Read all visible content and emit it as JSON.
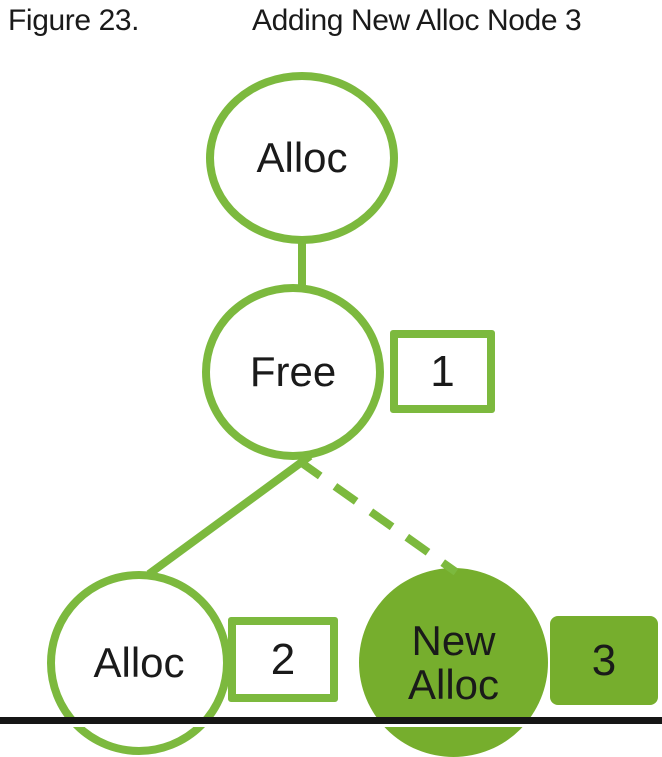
{
  "caption": {
    "label": "Figure 23.",
    "title": "Adding New Alloc Node 3"
  },
  "tree": {
    "root": {
      "label": "Alloc"
    },
    "free": {
      "label": "Free",
      "badge": "1"
    },
    "alloc2": {
      "label": "Alloc",
      "badge": "2"
    },
    "new_alloc": {
      "label": "New Alloc",
      "badge": "3"
    },
    "edges": [
      {
        "from": "Alloc",
        "to": "Free",
        "style": "solid"
      },
      {
        "from": "Free",
        "to": "Alloc 2",
        "style": "solid"
      },
      {
        "from": "Free",
        "to": "New Alloc 3",
        "style": "dashed"
      }
    ]
  },
  "colors": {
    "outline_green": "#7cb93e",
    "fill_green": "#76ae2d",
    "text": "#1a1a1a",
    "bar": "#161616"
  }
}
